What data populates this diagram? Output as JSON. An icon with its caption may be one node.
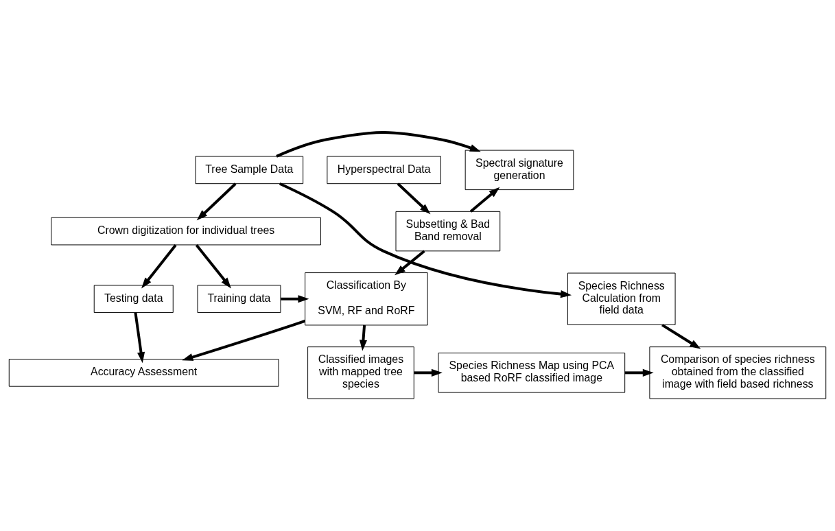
{
  "diagram": {
    "nodes": [
      {
        "text": [
          "Hyperspectral Data"
        ]
      },
      {
        "text": [
          "Spectral signature generation"
        ]
      },
      {
        "text": [
          "Tree Sample Data"
        ]
      },
      {
        "text": [
          "Subsetting & Bad Band removal"
        ]
      },
      {
        "text": [
          "Crown digitization for individual trees"
        ]
      },
      {
        "text": [
          "Classification By",
          "SVM, RF and RoRF"
        ]
      },
      {
        "text": [
          "Training data"
        ]
      },
      {
        "text": [
          "Testing data"
        ]
      },
      {
        "text": [
          "Species Richness Calculation from field data"
        ]
      },
      {
        "text": [
          "Accuracy Assessment"
        ]
      },
      {
        "text": [
          "Classified images with mapped tree species"
        ]
      },
      {
        "text": [
          "Species Richness Map using PCA based RoRF classified image"
        ]
      },
      {
        "text": [
          "Comparison of species richness obtained from the classified image with field based richness"
        ]
      }
    ],
    "edges": [
      {
        "from": 0,
        "to": 3,
        "arrow": "to"
      },
      {
        "from": 3,
        "to": 1,
        "arrow": "to"
      },
      {
        "from": 2,
        "to": 1,
        "arrow": "to"
      },
      {
        "from": 2,
        "to": 4,
        "arrow": "to"
      },
      {
        "from": 2,
        "to": 8,
        "arrow": "to"
      },
      {
        "from": 4,
        "to": 6,
        "arrow": "to"
      },
      {
        "from": 4,
        "to": 7,
        "arrow": "to"
      },
      {
        "from": 3,
        "to": 5,
        "arrow": "to"
      },
      {
        "from": 6,
        "to": 5,
        "arrow": "to"
      },
      {
        "from": 7,
        "to": 9,
        "arrow": "to"
      },
      {
        "from": 5,
        "to": 9,
        "arrow": "to"
      },
      {
        "from": 5,
        "to": 10,
        "arrow": "to"
      },
      {
        "from": 8,
        "to": 12,
        "arrow": "to"
      },
      {
        "from": 10,
        "to": 11,
        "arrow": "to"
      },
      {
        "from": 11,
        "to": 12,
        "arrow": "to"
      }
    ]
  }
}
